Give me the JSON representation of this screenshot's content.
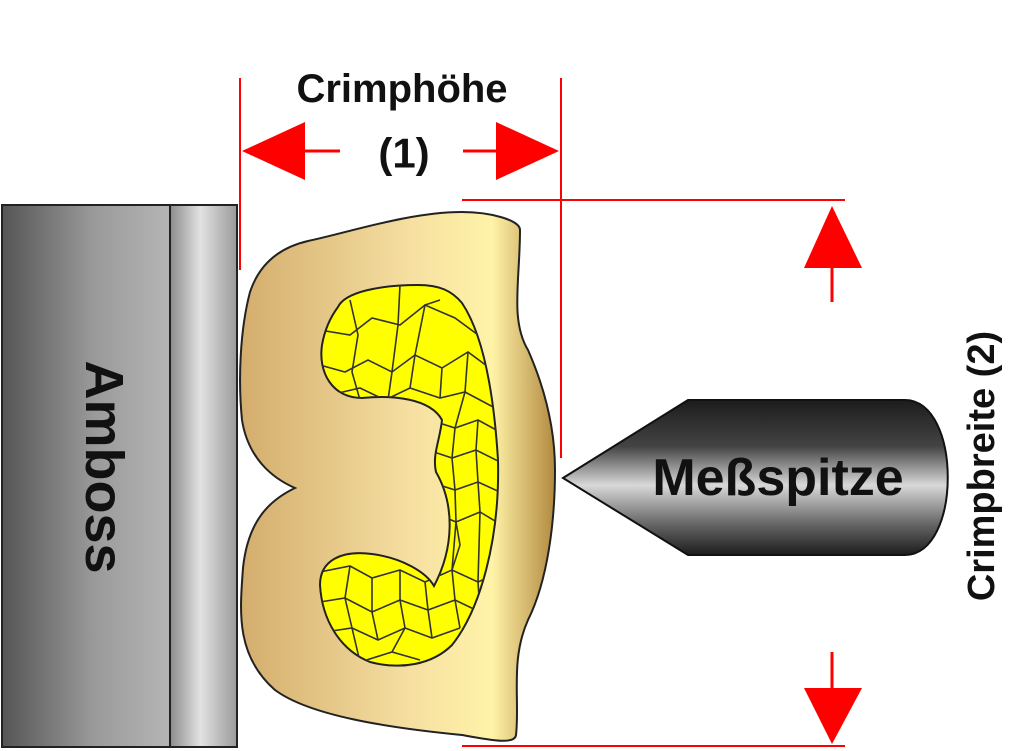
{
  "labels": {
    "crimp_height": "Crimphöhe",
    "crimp_height_num": "(1)",
    "crimp_width": "Crimpbreite (2)",
    "anvil": "Amboss",
    "probe": "Meßspitze"
  },
  "colors": {
    "dimension": "#ff0000",
    "anvil_dark": "#5a5a5a",
    "anvil_light": "#d0d0d0",
    "sleeve_light": "#fdf0a8",
    "sleeve_dark": "#b88f4a",
    "strands": "#ffff00",
    "probe": "#1a1a1a"
  }
}
